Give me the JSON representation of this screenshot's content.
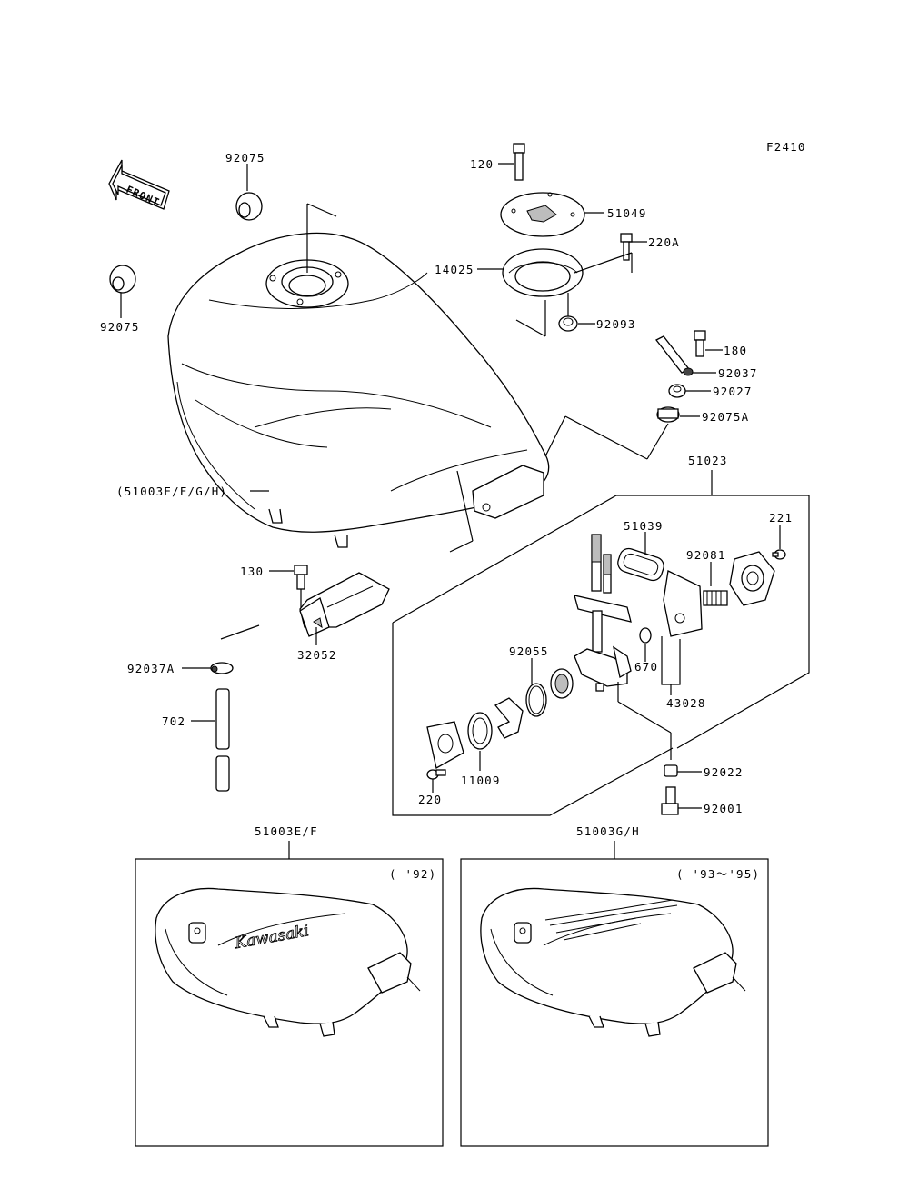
{
  "figure_code": "F2410",
  "front_label": "FRONT",
  "labels": {
    "l_92075_top": "92075",
    "l_92075_left": "92075",
    "l_120": "120",
    "l_51049": "51049",
    "l_220A": "220A",
    "l_14025": "14025",
    "l_92093": "92093",
    "l_180": "180",
    "l_92037": "92037",
    "l_92027": "92027",
    "l_92075A": "92075A",
    "l_51023": "51023",
    "l_51003EFGH": "(51003E/F/G/H)",
    "l_221": "221",
    "l_51039": "51039",
    "l_92081": "92081",
    "l_130": "130",
    "l_32052": "32052",
    "l_92037A": "92037A",
    "l_92055": "92055",
    "l_670": "670",
    "l_43028": "43028",
    "l_702": "702",
    "l_11009": "11009",
    "l_220": "220",
    "l_92022": "92022",
    "l_92001": "92001",
    "l_51003EF": "51003E/F",
    "l_51003GH": "51003G/H"
  },
  "variants": {
    "left_year": "( '92)",
    "right_year": "( '93～'95)",
    "logo_text": "Kawasaki"
  }
}
